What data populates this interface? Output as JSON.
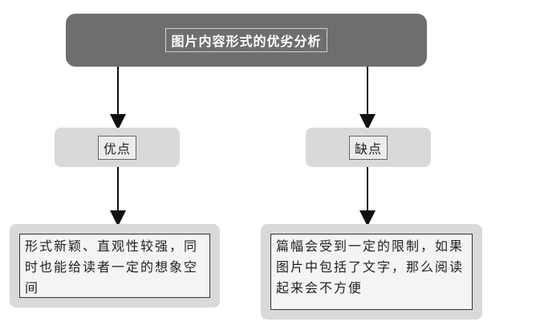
{
  "title": "图片内容形式的优劣分析",
  "left": {
    "label": "优点",
    "detail": "形式新颖、直观性较强，同时也能给读者一定的想象空间"
  },
  "right": {
    "label": "缺点",
    "detail": "篇幅会受到一定的限制，如果图片中包括了文字，那么阅读起来会不方便"
  }
}
